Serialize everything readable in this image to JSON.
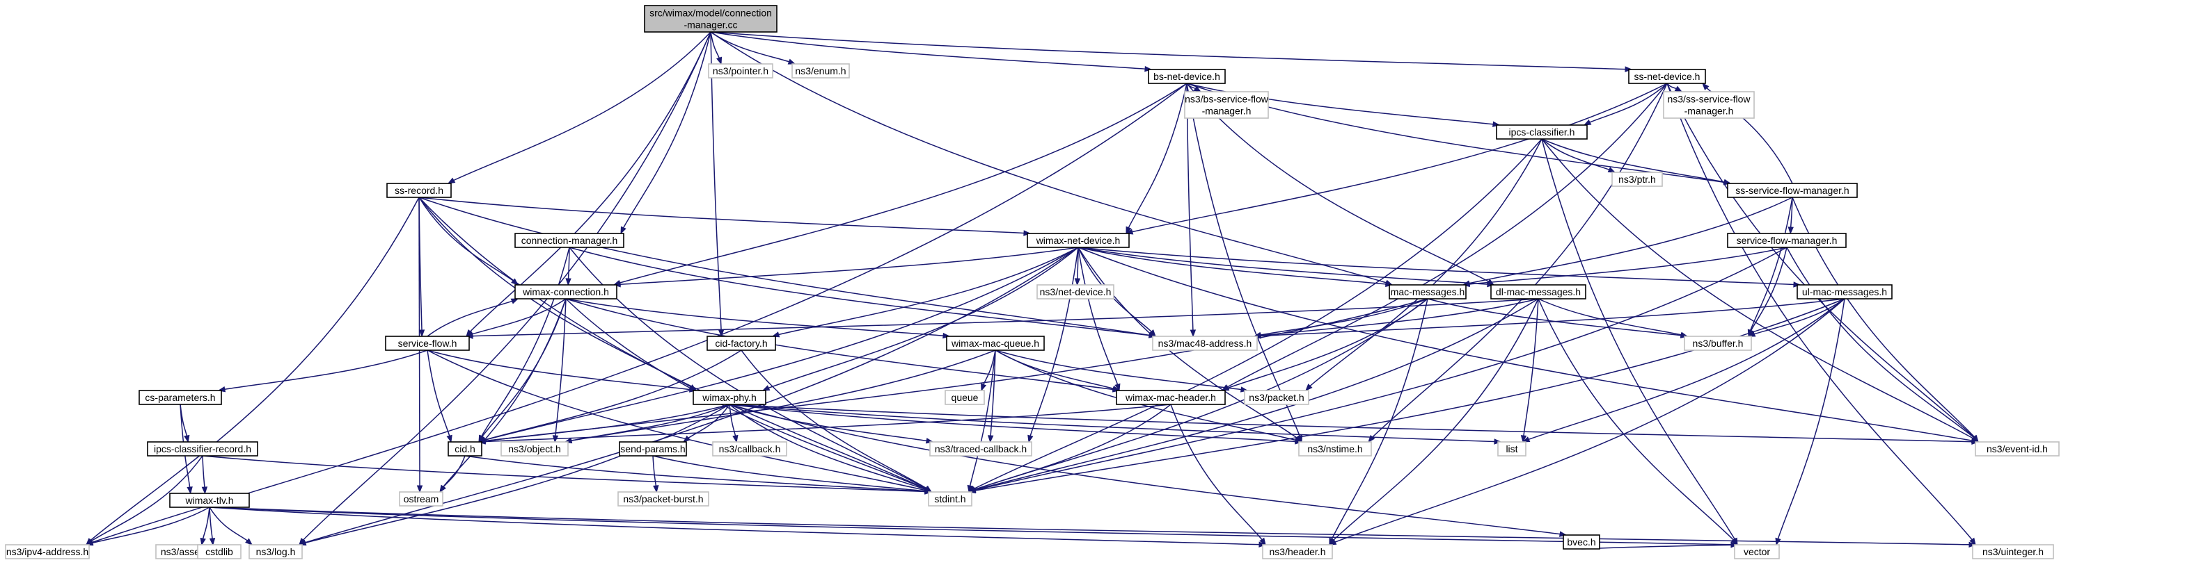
{
  "nodes": [
    {
      "id": "root",
      "lines": [
        "src/wimax/model/connection",
        "-manager.cc"
      ],
      "style": "root"
    },
    {
      "id": "pointer",
      "lines": [
        "ns3/pointer.h"
      ],
      "style": "ext"
    },
    {
      "id": "enum",
      "lines": [
        "ns3/enum.h"
      ],
      "style": "ext"
    },
    {
      "id": "bsnet",
      "lines": [
        "bs-net-device.h"
      ],
      "style": "doc"
    },
    {
      "id": "ssnet",
      "lines": [
        "ss-net-device.h"
      ],
      "style": "doc"
    },
    {
      "id": "bssfm",
      "lines": [
        "ns3/bs-service-flow",
        "-manager.h"
      ],
      "style": "ext"
    },
    {
      "id": "ipcs",
      "lines": [
        "ipcs-classifier.h"
      ],
      "style": "doc"
    },
    {
      "id": "sssfmext",
      "lines": [
        "ns3/ss-service-flow",
        "-manager.h"
      ],
      "style": "ext"
    },
    {
      "id": "ssrecord",
      "lines": [
        "ss-record.h"
      ],
      "style": "doc"
    },
    {
      "id": "ptr",
      "lines": [
        "ns3/ptr.h"
      ],
      "style": "ext"
    },
    {
      "id": "sssfm",
      "lines": [
        "ss-service-flow-manager.h"
      ],
      "style": "doc"
    },
    {
      "id": "connmgr",
      "lines": [
        "connection-manager.h"
      ],
      "style": "doc"
    },
    {
      "id": "wimaxnet",
      "lines": [
        "wimax-net-device.h"
      ],
      "style": "doc"
    },
    {
      "id": "sfmgr",
      "lines": [
        "service-flow-manager.h"
      ],
      "style": "doc"
    },
    {
      "id": "wimaxconn",
      "lines": [
        "wimax-connection.h"
      ],
      "style": "doc"
    },
    {
      "id": "netdev",
      "lines": [
        "ns3/net-device.h"
      ],
      "style": "ext"
    },
    {
      "id": "macmsg",
      "lines": [
        "mac-messages.h"
      ],
      "style": "doc"
    },
    {
      "id": "dlmac",
      "lines": [
        "dl-mac-messages.h"
      ],
      "style": "doc"
    },
    {
      "id": "ulmac",
      "lines": [
        "ul-mac-messages.h"
      ],
      "style": "doc"
    },
    {
      "id": "sflow",
      "lines": [
        "service-flow.h"
      ],
      "style": "doc"
    },
    {
      "id": "cidfac",
      "lines": [
        "cid-factory.h"
      ],
      "style": "doc"
    },
    {
      "id": "macqueue",
      "lines": [
        "wimax-mac-queue.h"
      ],
      "style": "doc"
    },
    {
      "id": "mac48",
      "lines": [
        "ns3/mac48-address.h"
      ],
      "style": "ext"
    },
    {
      "id": "buffer",
      "lines": [
        "ns3/buffer.h"
      ],
      "style": "ext"
    },
    {
      "id": "csparams",
      "lines": [
        "cs-parameters.h"
      ],
      "style": "doc"
    },
    {
      "id": "queue",
      "lines": [
        "queue"
      ],
      "style": "ext"
    },
    {
      "id": "machdr",
      "lines": [
        "wimax-mac-header.h"
      ],
      "style": "doc"
    },
    {
      "id": "packet",
      "lines": [
        "ns3/packet.h"
      ],
      "style": "ext"
    },
    {
      "id": "wphy",
      "lines": [
        "wimax-phy.h"
      ],
      "style": "doc"
    },
    {
      "id": "ipcsrec",
      "lines": [
        "ipcs-classifier-record.h"
      ],
      "style": "doc"
    },
    {
      "id": "cid",
      "lines": [
        "cid.h"
      ],
      "style": "doc"
    },
    {
      "id": "object",
      "lines": [
        "ns3/object.h"
      ],
      "style": "ext"
    },
    {
      "id": "sendp",
      "lines": [
        "send-params.h"
      ],
      "style": "doc"
    },
    {
      "id": "callback",
      "lines": [
        "ns3/callback.h"
      ],
      "style": "ext"
    },
    {
      "id": "traced",
      "lines": [
        "ns3/traced-callback.h"
      ],
      "style": "ext"
    },
    {
      "id": "nstime",
      "lines": [
        "ns3/nstime.h"
      ],
      "style": "ext"
    },
    {
      "id": "list",
      "lines": [
        "list"
      ],
      "style": "ext"
    },
    {
      "id": "eventid",
      "lines": [
        "ns3/event-id.h"
      ],
      "style": "ext"
    },
    {
      "id": "ostream",
      "lines": [
        "ostream"
      ],
      "style": "ext"
    },
    {
      "id": "stdint",
      "lines": [
        "stdint.h"
      ],
      "style": "ext"
    },
    {
      "id": "pburst",
      "lines": [
        "ns3/packet-burst.h"
      ],
      "style": "ext"
    },
    {
      "id": "bvec",
      "lines": [
        "bvec.h"
      ],
      "style": "doc"
    },
    {
      "id": "wtlv",
      "lines": [
        "wimax-tlv.h"
      ],
      "style": "doc"
    },
    {
      "id": "ipv4",
      "lines": [
        "ns3/ipv4-address.h"
      ],
      "style": "ext"
    },
    {
      "id": "assert",
      "lines": [
        "ns3/assert.h"
      ],
      "style": "ext"
    },
    {
      "id": "cstdlib",
      "lines": [
        "cstdlib"
      ],
      "style": "ext"
    },
    {
      "id": "log",
      "lines": [
        "ns3/log.h"
      ],
      "style": "ext"
    },
    {
      "id": "header",
      "lines": [
        "ns3/header.h"
      ],
      "style": "ext"
    },
    {
      "id": "vector",
      "lines": [
        "vector"
      ],
      "style": "ext"
    },
    {
      "id": "uinteger",
      "lines": [
        "ns3/uinteger.h"
      ],
      "style": "ext"
    }
  ],
  "edges": [
    [
      "root",
      "pointer"
    ],
    [
      "root",
      "enum"
    ],
    [
      "root",
      "bsnet"
    ],
    [
      "root",
      "ssnet"
    ],
    [
      "root",
      "ssrecord"
    ],
    [
      "root",
      "connmgr"
    ],
    [
      "root",
      "macmsg"
    ],
    [
      "root",
      "cidfac"
    ],
    [
      "root",
      "sflow"
    ],
    [
      "root",
      "log"
    ],
    [
      "bsnet",
      "bssfm"
    ],
    [
      "bsnet",
      "ipcs"
    ],
    [
      "bsnet",
      "wimaxnet"
    ],
    [
      "bsnet",
      "wimaxconn"
    ],
    [
      "bsnet",
      "mac48"
    ],
    [
      "bsnet",
      "dlmac"
    ],
    [
      "bsnet",
      "nstime"
    ],
    [
      "bsnet",
      "ipv4"
    ],
    [
      "bsnet",
      "sssfm"
    ],
    [
      "ssnet",
      "sssfmext"
    ],
    [
      "ssnet",
      "ipcs"
    ],
    [
      "ssnet",
      "wimaxnet"
    ],
    [
      "ssnet",
      "machdr"
    ],
    [
      "ssnet",
      "nstime"
    ],
    [
      "ssnet",
      "eventid"
    ],
    [
      "ssnet",
      "uinteger"
    ],
    [
      "ipcs",
      "ptr"
    ],
    [
      "ipcs",
      "sssfm"
    ],
    [
      "ipcs",
      "stdint"
    ],
    [
      "ipcs",
      "packet"
    ],
    [
      "ipcs",
      "eventid"
    ],
    [
      "ipcs",
      "vector"
    ],
    [
      "ssrecord",
      "wimaxnet"
    ],
    [
      "ssrecord",
      "wimaxconn"
    ],
    [
      "ssrecord",
      "sflow"
    ],
    [
      "ssrecord",
      "wphy"
    ],
    [
      "ssrecord",
      "mac48"
    ],
    [
      "ssrecord",
      "ipv4"
    ],
    [
      "ssrecord",
      "ostream"
    ],
    [
      "ssrecord",
      "stdint"
    ],
    [
      "sssfm",
      "macmsg"
    ],
    [
      "sssfm",
      "sfmgr"
    ],
    [
      "sssfm",
      "buffer"
    ],
    [
      "sssfm",
      "eventid"
    ],
    [
      "sssfm",
      "ssnet"
    ],
    [
      "connmgr",
      "wimaxconn"
    ],
    [
      "connmgr",
      "cid"
    ],
    [
      "connmgr",
      "mac48"
    ],
    [
      "connmgr",
      "stdint"
    ],
    [
      "wimaxnet",
      "netdev"
    ],
    [
      "wimaxnet",
      "wimaxconn"
    ],
    [
      "wimaxnet",
      "macmsg"
    ],
    [
      "wimaxnet",
      "dlmac"
    ],
    [
      "wimaxnet",
      "ulmac"
    ],
    [
      "wimaxnet",
      "mac48"
    ],
    [
      "wimaxnet",
      "cidfac"
    ],
    [
      "wimaxnet",
      "machdr"
    ],
    [
      "wimaxnet",
      "wphy"
    ],
    [
      "wimaxnet",
      "nstime"
    ],
    [
      "wimaxnet",
      "traced"
    ],
    [
      "wimaxnet",
      "log"
    ],
    [
      "wimaxnet",
      "eventid"
    ],
    [
      "wimaxnet",
      "cid"
    ],
    [
      "sfmgr",
      "macmsg"
    ],
    [
      "sfmgr",
      "buffer"
    ],
    [
      "sfmgr",
      "eventid"
    ],
    [
      "sfmgr",
      "stdint"
    ],
    [
      "wimaxconn",
      "sflow"
    ],
    [
      "wimaxconn",
      "macqueue"
    ],
    [
      "wimaxconn",
      "cid"
    ],
    [
      "wimaxconn",
      "object"
    ],
    [
      "wimaxconn",
      "stdint"
    ],
    [
      "wimaxconn",
      "ostream"
    ],
    [
      "wimaxconn",
      "machdr"
    ],
    [
      "macmsg",
      "mac48"
    ],
    [
      "macmsg",
      "buffer"
    ],
    [
      "macmsg",
      "cid"
    ],
    [
      "macmsg",
      "stdint"
    ],
    [
      "macmsg",
      "header"
    ],
    [
      "macmsg",
      "machdr"
    ],
    [
      "dlmac",
      "mac48"
    ],
    [
      "dlmac",
      "buffer"
    ],
    [
      "dlmac",
      "stdint"
    ],
    [
      "dlmac",
      "list"
    ],
    [
      "dlmac",
      "header"
    ],
    [
      "dlmac",
      "vector"
    ],
    [
      "dlmac",
      "sflow"
    ],
    [
      "ulmac",
      "mac48"
    ],
    [
      "ulmac",
      "buffer"
    ],
    [
      "ulmac",
      "list"
    ],
    [
      "ulmac",
      "vector"
    ],
    [
      "ulmac",
      "stdint"
    ],
    [
      "ulmac",
      "header"
    ],
    [
      "sflow",
      "csparams"
    ],
    [
      "sflow",
      "cid"
    ],
    [
      "sflow",
      "wphy"
    ],
    [
      "sflow",
      "stdint"
    ],
    [
      "sflow",
      "wimaxconn"
    ],
    [
      "cidfac",
      "cid"
    ],
    [
      "cidfac",
      "stdint"
    ],
    [
      "macqueue",
      "queue"
    ],
    [
      "macqueue",
      "machdr"
    ],
    [
      "macqueue",
      "packet"
    ],
    [
      "macqueue",
      "stdint"
    ],
    [
      "macqueue",
      "traced"
    ],
    [
      "macqueue",
      "nstime"
    ],
    [
      "macqueue",
      "object"
    ],
    [
      "csparams",
      "ipcsrec"
    ],
    [
      "csparams",
      "wtlv"
    ],
    [
      "machdr",
      "cid"
    ],
    [
      "machdr",
      "stdint"
    ],
    [
      "machdr",
      "header"
    ],
    [
      "wphy",
      "cid"
    ],
    [
      "wphy",
      "object"
    ],
    [
      "wphy",
      "sendp"
    ],
    [
      "wphy",
      "callback"
    ],
    [
      "wphy",
      "traced"
    ],
    [
      "wphy",
      "nstime"
    ],
    [
      "wphy",
      "list"
    ],
    [
      "wphy",
      "eventid"
    ],
    [
      "wphy",
      "stdint"
    ],
    [
      "wphy",
      "bvec"
    ],
    [
      "wphy",
      "log"
    ],
    [
      "ipcsrec",
      "wtlv"
    ],
    [
      "ipcsrec",
      "ipv4"
    ],
    [
      "ipcsrec",
      "stdint"
    ],
    [
      "cid",
      "stdint"
    ],
    [
      "cid",
      "ostream"
    ],
    [
      "sendp",
      "stdint"
    ],
    [
      "sendp",
      "pburst"
    ],
    [
      "bvec",
      "vector"
    ],
    [
      "wtlv",
      "ipv4"
    ],
    [
      "wtlv",
      "assert"
    ],
    [
      "wtlv",
      "cstdlib"
    ],
    [
      "wtlv",
      "log"
    ],
    [
      "wtlv",
      "header"
    ],
    [
      "wtlv",
      "vector"
    ],
    [
      "wtlv",
      "uinteger"
    ]
  ]
}
